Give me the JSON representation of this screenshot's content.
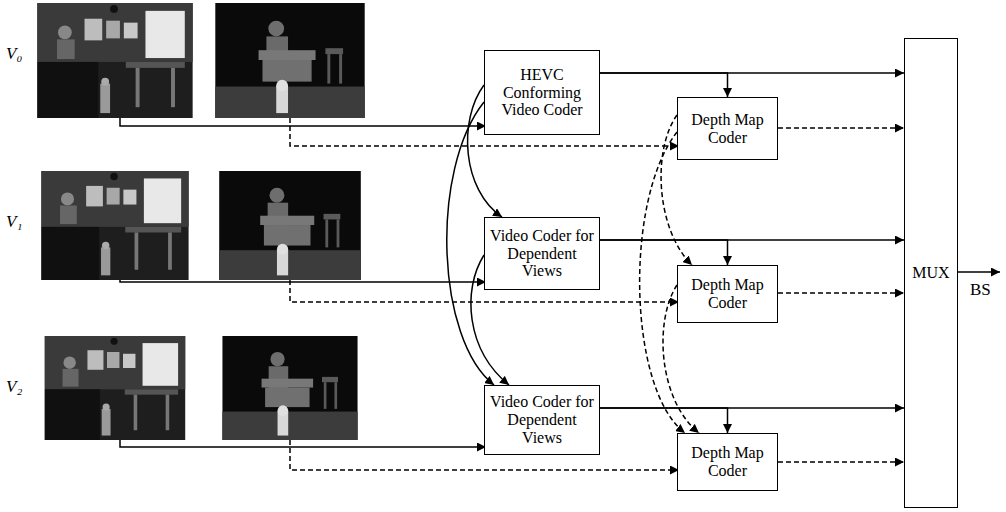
{
  "diagram": {
    "nodes": [
      {
        "text": [
          "HEVC Conforming Video Coder"
        ]
      },
      {
        "text": [
          "Depth Map Coder"
        ]
      },
      {
        "text": [
          "Video Coder for Dependent Views"
        ]
      },
      {
        "text": [
          "Depth Map Coder"
        ]
      },
      {
        "text": [
          "Video Coder for Dependent Views"
        ]
      },
      {
        "text": [
          "Depth Map Coder"
        ]
      },
      {
        "text": [
          "MUX"
        ]
      }
    ],
    "edges": [
      {
        "from": 0,
        "to": 6,
        "arrow": "to"
      },
      {
        "from": 0,
        "to": 1,
        "arrow": "to"
      },
      {
        "from": 0,
        "to": 2,
        "arrow": "to"
      },
      {
        "from": 0,
        "to": 4,
        "arrow": "to"
      },
      {
        "from": 2,
        "to": 4,
        "arrow": "to"
      },
      {
        "from": 1,
        "to": 6,
        "arrow": "to"
      },
      {
        "from": 1,
        "to": 3,
        "arrow": "to"
      },
      {
        "from": 1,
        "to": 5,
        "arrow": "to"
      },
      {
        "from": 3,
        "to": 5,
        "arrow": "to"
      },
      {
        "from": 2,
        "to": 6,
        "arrow": "to"
      },
      {
        "from": 2,
        "to": 3,
        "arrow": "to"
      },
      {
        "from": 3,
        "to": 6,
        "arrow": "to"
      },
      {
        "from": 4,
        "to": 6,
        "arrow": "to"
      },
      {
        "from": 4,
        "to": 5,
        "arrow": "to"
      },
      {
        "from": 5,
        "to": 6,
        "arrow": "to"
      }
    ],
    "labels": [
      "V₀",
      "V₁",
      "V₂",
      "BS"
    ]
  }
}
